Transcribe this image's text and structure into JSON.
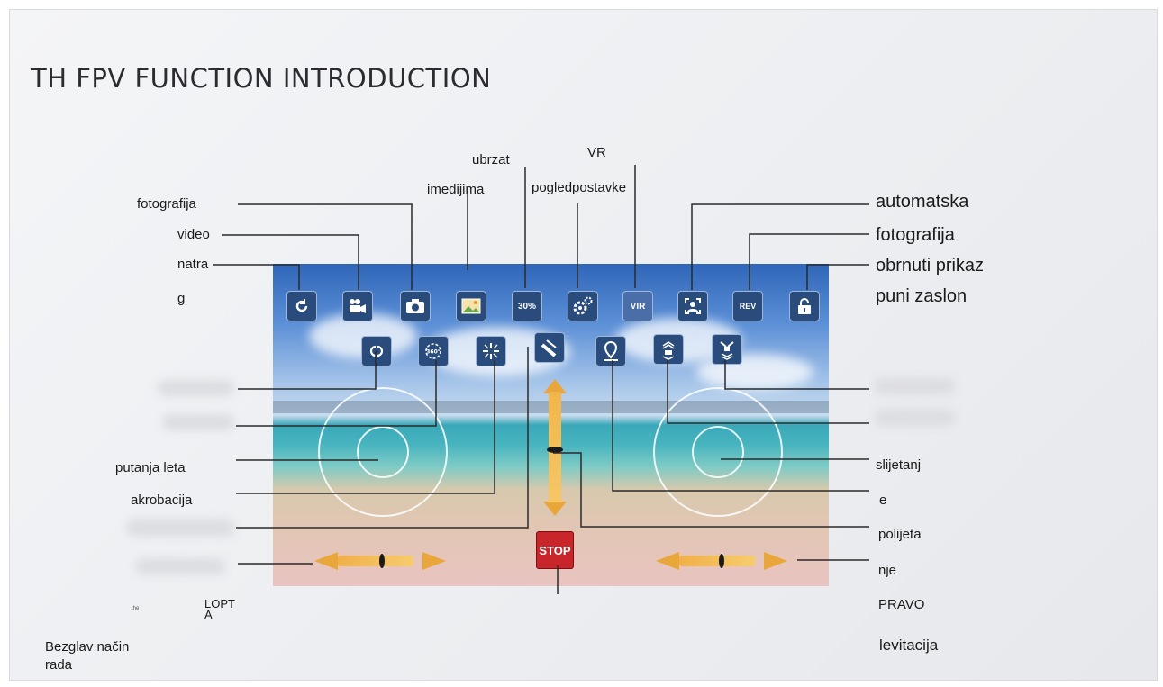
{
  "title": "TH FPV FUNCTION INTRODUCTION",
  "labels": {
    "fotografija_left": "fotografija",
    "video": "video",
    "natra": "natra",
    "g": "g",
    "ubrzat": "ubrzat",
    "imedijima": "imedijima",
    "vr": "VR",
    "pogled": "pogledpostavke",
    "automatska": "automatska",
    "fotografija_right": "fotografija",
    "obrnuti": "obrnuti prikaz",
    "puni": "puni zaslon",
    "putanja": "putanja leta",
    "akrobacija": "akrobacija",
    "slijetanj": "slijetanj",
    "e": "e",
    "polijeta": "polijeta",
    "nje": "nje",
    "pravo": "PRAVO",
    "levitacija": "levitacija",
    "the": "the",
    "lopt": "LOPT",
    "a": "A",
    "bezglav": "Bezglav način",
    "rada": "rada"
  },
  "screen": {
    "speed_button": "30%",
    "vr_button": "VIR",
    "rev_button": "REV",
    "gyro_button": "360°",
    "stop_button": "STOP"
  },
  "icons": [
    "return-icon",
    "video-camera-icon",
    "camera-icon",
    "gallery-icon",
    "speed-icon",
    "gears-icon",
    "vr-icon",
    "face-frame-icon",
    "rev-icon",
    "lock-icon",
    "flight-path-icon",
    "calibration-icon",
    "acrobatic-icon",
    "takeoff-icon",
    "landing-icon",
    "altitude-hold-icon",
    "headless-icon"
  ],
  "colors": {
    "icon_bg": "#2a4c7c",
    "stop": "#c8262a",
    "slider": "#f1b64a"
  }
}
